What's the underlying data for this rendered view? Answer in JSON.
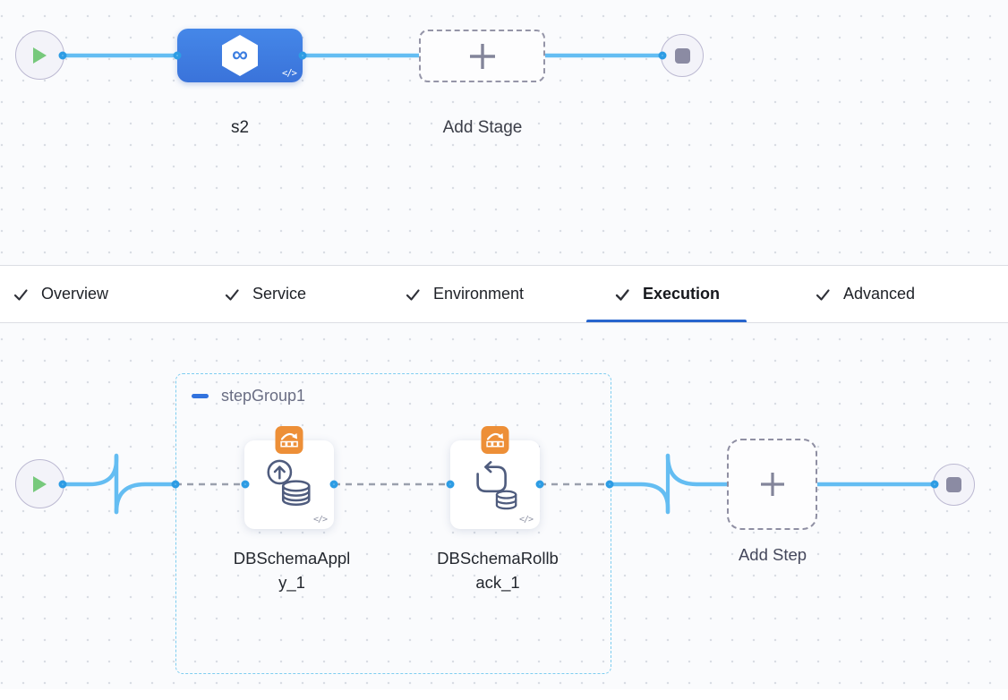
{
  "colors": {
    "connector_blue": "#64bdf2",
    "port_blue": "#2d9ce4",
    "stage_node_blue": "#3e7ee1",
    "active_tab_underline": "#2765cd",
    "step_group_border": "#7ecdf0",
    "badge_orange": "#ed8f37",
    "play_green": "#77c97c",
    "dashed_connector_gray": "#9aa0ad"
  },
  "stage_canvas": {
    "stage_label": "s2",
    "stage_icon_glyph": "∞",
    "stage_code_glyph": "</>",
    "add_stage_label": "Add Stage"
  },
  "tabs": [
    {
      "label": "Overview",
      "checked": true,
      "active": false
    },
    {
      "label": "Service",
      "checked": true,
      "active": false
    },
    {
      "label": "Environment",
      "checked": true,
      "active": false
    },
    {
      "label": "Execution",
      "checked": true,
      "active": true
    },
    {
      "label": "Advanced",
      "checked": true,
      "active": false
    }
  ],
  "execution": {
    "step_group_label": "stepGroup1",
    "steps": [
      {
        "label": "DBSchemaApply_1",
        "code_glyph": "</>"
      },
      {
        "label": "DBSchemaRollback_1",
        "code_glyph": "</>"
      }
    ],
    "add_step_label": "Add Step"
  }
}
